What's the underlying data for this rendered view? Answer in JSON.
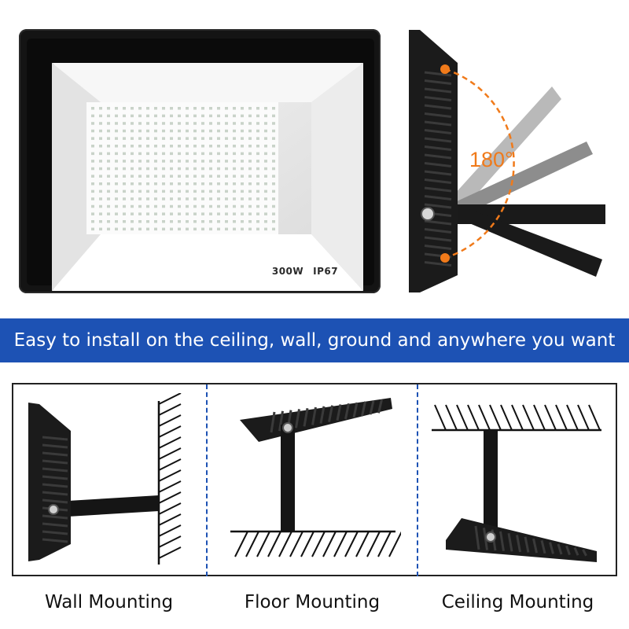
{
  "product": {
    "wattage": "300W",
    "ip_rating": "IP67",
    "rotation_angle": "180°"
  },
  "banner": {
    "text": "Easy to install on the ceiling, wall, ground and anywhere you want"
  },
  "mounting": {
    "wall": "Wall Mounting",
    "floor": "Floor Mounting",
    "ceiling": "Ceiling Mounting"
  },
  "colors": {
    "banner_blue": "#1d52b4",
    "arc_orange": "#f07a1a",
    "housing_black": "#141414"
  }
}
